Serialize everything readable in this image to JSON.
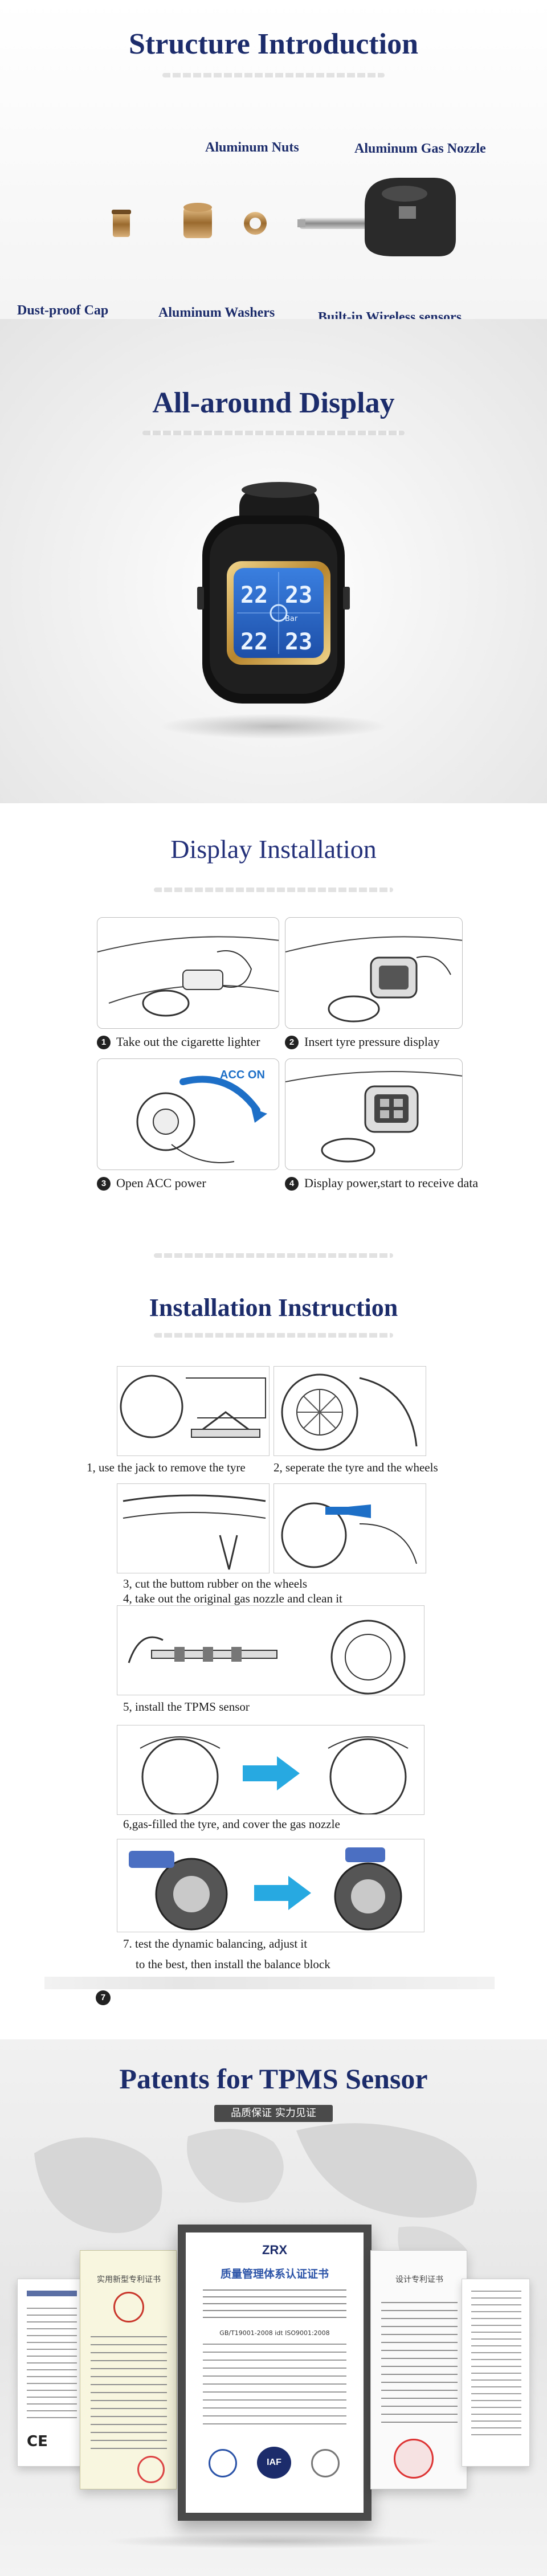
{
  "structure": {
    "title": "Structure Introduction",
    "labels": {
      "nuts": "Aluminum Nuts",
      "nozzle": "Aluminum Gas Nozzle",
      "cap": "Dust-proof Cap",
      "washers": "Aluminum Washers",
      "sensors": "Built-in Wireless sensors"
    }
  },
  "display": {
    "title": "All-around Display",
    "readings": {
      "tl": "22",
      "tr": "23",
      "bl": "22",
      "br": "23"
    },
    "unit": "Bar"
  },
  "display_install": {
    "title": "Display Installation",
    "acc_label": "ACC ON",
    "steps": [
      {
        "num": "1",
        "text": "Take out the cigarette lighter"
      },
      {
        "num": "2",
        "text": "Insert tyre pressure display"
      },
      {
        "num": "3",
        "text": "Open ACC power"
      },
      {
        "num": "4",
        "text": "Display power,start to receive data"
      }
    ]
  },
  "install_instruction": {
    "title": "Installation Instruction",
    "steps": [
      "1, use the jack to remove the tyre",
      "2, seperate the tyre and the wheels",
      "3, cut the buttom rubber on the wheels",
      "4, take out the original gas nozzle and clean it",
      "5, install the TPMS sensor",
      "6,gas-filled the tyre, and cover the gas nozzle",
      "7. test the dynamic balancing, adjust it",
      "to the best, then install the balance block"
    ],
    "footer_num": "7"
  },
  "patents": {
    "title": "Patents for TPMS Sensor",
    "banner": "品质保证 实力见证",
    "cert_left": "实用新型专利证书",
    "cert_center_logo": "ZRX",
    "cert_center_title": "质量管理体系认证证书",
    "cert_center_std": "GB/T19001-2008 idt ISO9001:2008",
    "cert_right": "设计专利证书",
    "ce_mark": "CE",
    "iaf_mark": "IAF"
  }
}
